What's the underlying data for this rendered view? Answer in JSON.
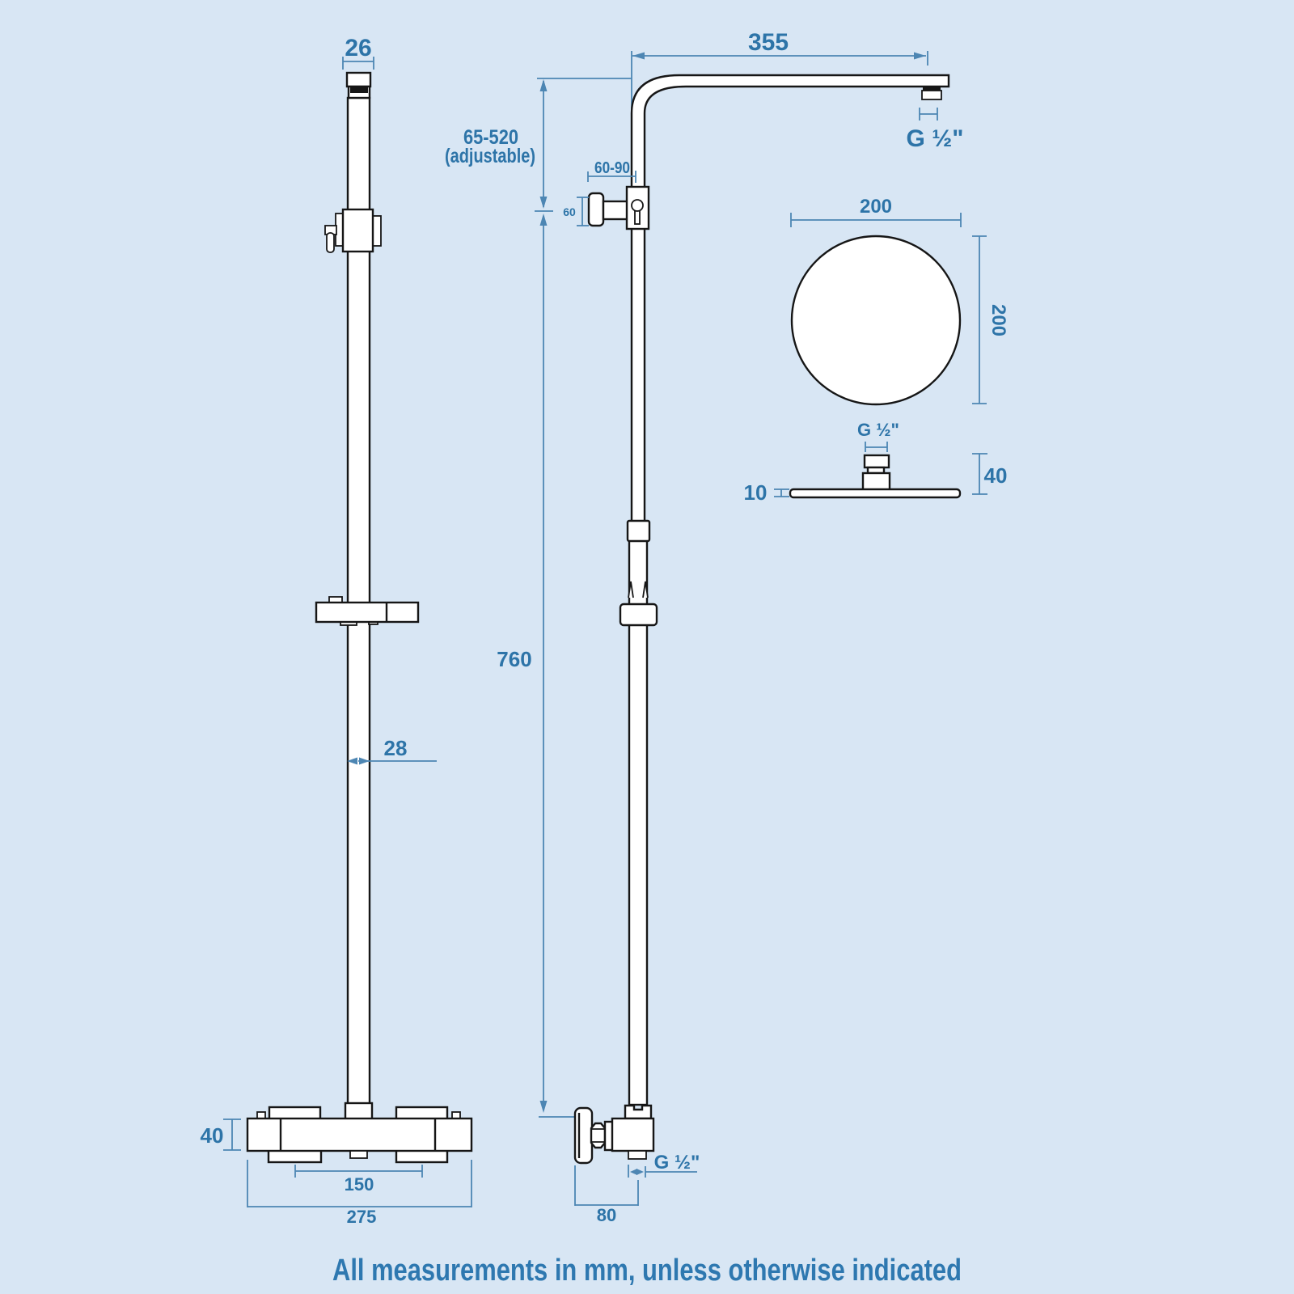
{
  "note": "All measurements in mm, unless otherwise indicated",
  "colors": {
    "background": "#d8e6f4",
    "drawing_line": "#161616",
    "dimension_line": "#4d86b3",
    "dimension_text": "#2d74a8"
  },
  "front_view": {
    "top_width": "26",
    "rail_width": "28",
    "valve_height": "40",
    "inlet_spacing": "150",
    "valve_width": "275"
  },
  "side_view": {
    "adjustable_range": "65-520",
    "adjustable_note": "(adjustable)",
    "bracket_reach": "60-90",
    "bracket_size": "60",
    "rail_length": "760",
    "valve_depth": "80",
    "outlet_thread": "G ½\""
  },
  "arm_view": {
    "arm_length": "355",
    "thread": "G ½\""
  },
  "head_view": {
    "diameter_horizontal": "200",
    "diameter_vertical": "200",
    "thread": "G ½\"",
    "connector_height": "40",
    "plate_thickness": "10"
  }
}
